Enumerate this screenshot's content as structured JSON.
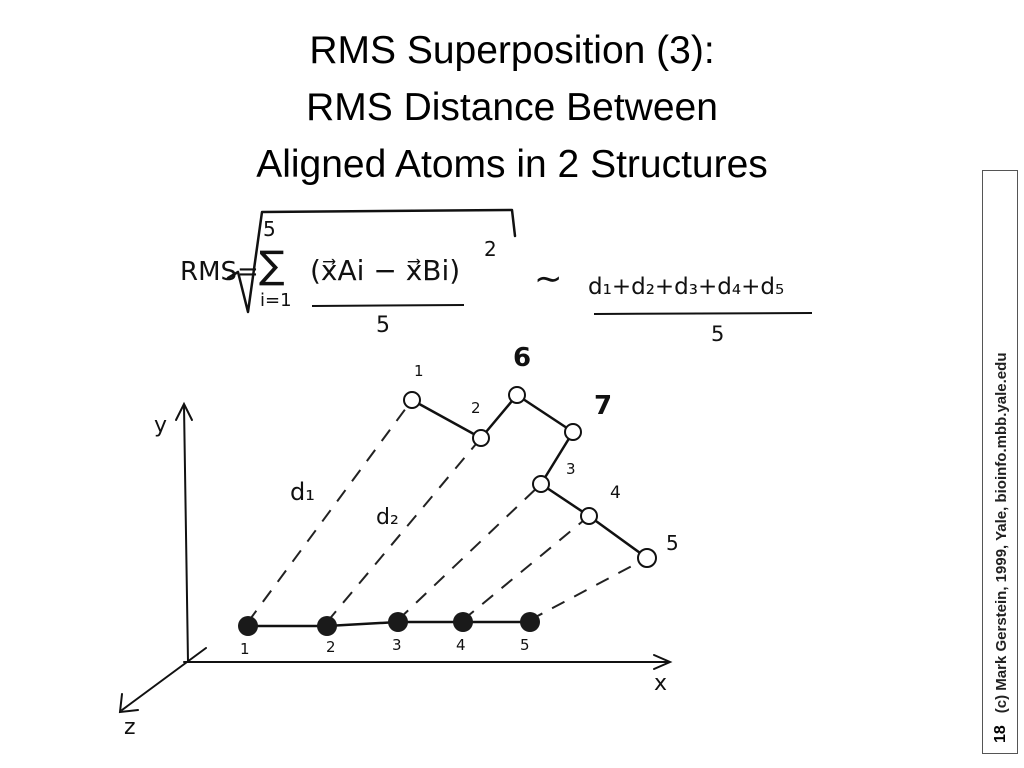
{
  "title": {
    "lines": [
      "RMS Superposition (3):",
      "RMS Distance Between",
      "Aligned Atoms in 2 Structures"
    ]
  },
  "footer": {
    "page_number": "18",
    "credit": "(c) Mark Gerstein, 1999, Yale, bioinfo.mbb.yale.edu"
  },
  "formula": {
    "lhs": "RMS=",
    "sum_upper": "5",
    "sum_symbol": "∑",
    "sum_lower": "i=1",
    "numerator": "(x⃗Ai − x⃗Bi)",
    "exponent": "2",
    "denominator": "5",
    "approx": "∼",
    "rhs_numerator": "d₁+d₂+d₃+d₄+d₅",
    "rhs_denominator": "5"
  },
  "axes": {
    "x": "x",
    "y": "y",
    "z": "z"
  },
  "structure_a": {
    "labels": [
      "1",
      "2",
      "3",
      "4",
      "5"
    ]
  },
  "structure_b": {
    "labels": [
      "1",
      "2",
      "6",
      "7",
      "3",
      "4",
      "5"
    ]
  },
  "distance_labels": [
    "d₁",
    "d₂"
  ]
}
